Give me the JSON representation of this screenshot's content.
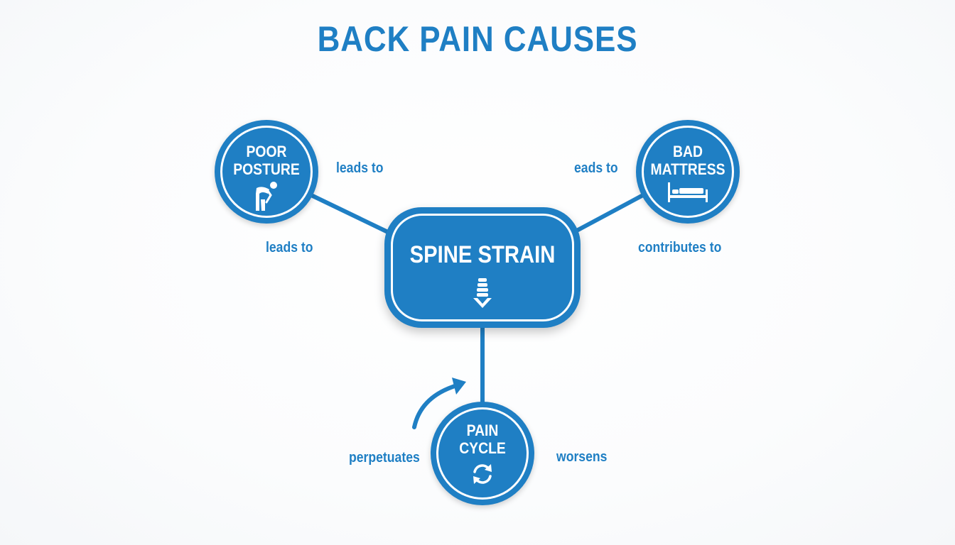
{
  "diagram": {
    "title": "BACK PAIN CAUSES",
    "nodes": {
      "poor_posture": {
        "line1": "POOR",
        "line2": "POSTURE",
        "icon": "bent-person-icon"
      },
      "bad_mattress": {
        "line1": "BAD",
        "line2": "MATTRESS",
        "icon": "bed-icon"
      },
      "spine_strain": {
        "label": "SPINE STRAIN",
        "icon": "spine-icon"
      },
      "pain_cycle": {
        "line1": "PAIN",
        "line2": "CYCLE",
        "icon": "cycle-arrows-icon"
      }
    },
    "edge_labels": {
      "posture_upper": "leads to",
      "posture_lower": "leads to",
      "mattress_upper": "eads to",
      "mattress_lower": "contributes to",
      "cycle_left": "perpetuates",
      "cycle_right": "worsens"
    },
    "colors": {
      "accent": "#1f7fc4",
      "background": "#ffffff",
      "text_on_accent": "#ffffff"
    }
  }
}
